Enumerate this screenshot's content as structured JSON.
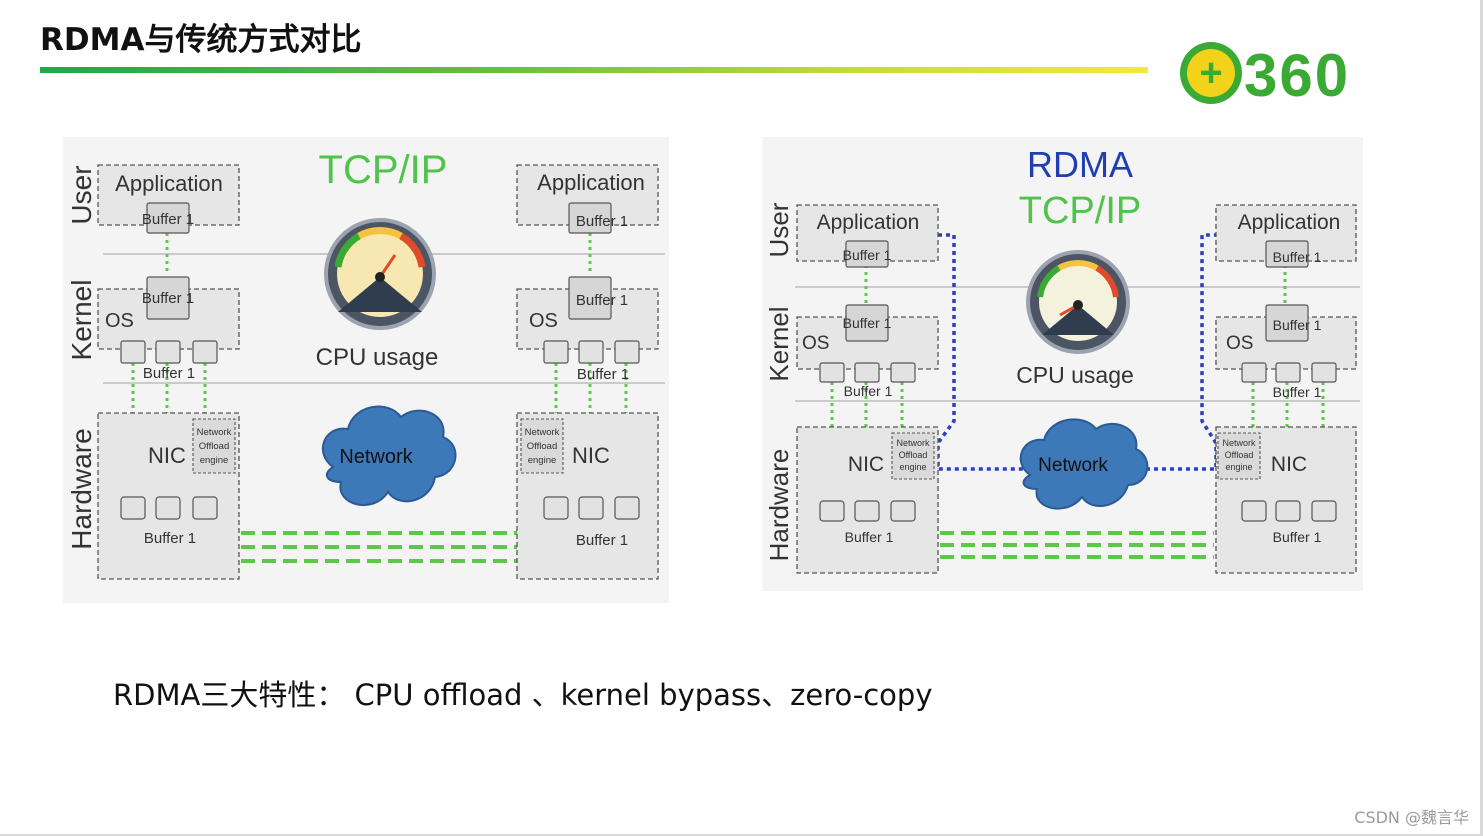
{
  "slide": {
    "title": "RDMA与传统方式对比",
    "features": "RDMA三大特性： CPU offload 、kernel bypass、zero-copy",
    "watermark": "CSDN @魏言华"
  },
  "logo": {
    "plus": "+",
    "text": "360"
  },
  "left_panel": {
    "title": "TCP/IP",
    "cpu_label": "CPU usage",
    "network_label": "Network",
    "layers": {
      "user": "User",
      "kernel": "Kernel",
      "hardware": "Hardware"
    },
    "app_label": "Application",
    "os_label": "OS",
    "nic_label": "NIC",
    "buffer_label": "Buffer 1",
    "offload_line1": "Network",
    "offload_line2": "Offload",
    "offload_line3": "engine"
  },
  "right_panel": {
    "title_top": "RDMA",
    "title_bottom": "TCP/IP",
    "cpu_label": "CPU usage",
    "network_label": "Network",
    "layers": {
      "user": "User",
      "kernel": "Kernel",
      "hardware": "Hardware"
    },
    "app_label": "Application",
    "os_label": "OS",
    "nic_label": "NIC",
    "buffer_label": "Buffer 1",
    "offload_line1": "Network",
    "offload_line2": "Offload",
    "offload_line3": "engine"
  },
  "colors": {
    "green_title": "#4fc34a",
    "rdma_blue": "#1f3fb0",
    "dotted_green": "#5cc84a",
    "dotted_blue": "#2b3fc9",
    "cloud_blue": "#3d78b8",
    "logo_green": "#3aaa35",
    "logo_yellow": "#f3d21c"
  }
}
